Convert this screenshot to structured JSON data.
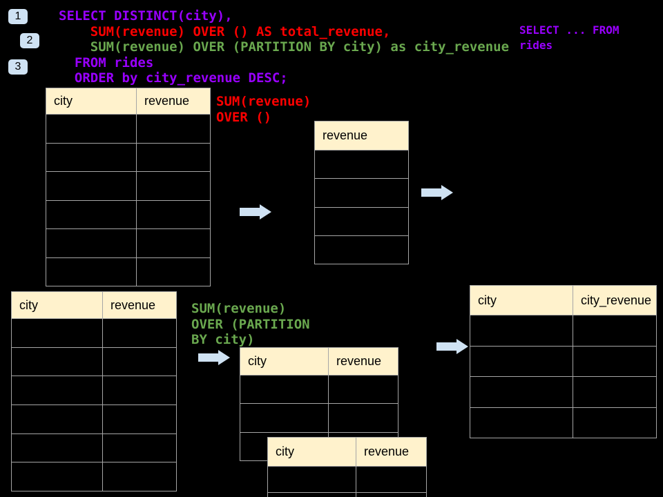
{
  "colors": {
    "purple": "#9900ff",
    "red": "#ff0000",
    "green": "#6aa84f",
    "cream": "#fff2cc",
    "badge_blue": "#cfe2f3",
    "arrow_blue": "#cfe2f3",
    "table_border": "#a6a6a6",
    "background": "#000000"
  },
  "step_badges": [
    {
      "label": "1"
    },
    {
      "label": "2"
    },
    {
      "label": "3"
    }
  ],
  "sql_code": {
    "lines": [
      {
        "text": "SELECT DISTINCT(city),",
        "color": "purple"
      },
      {
        "text": "    SUM(revenue) OVER () AS total_revenue,",
        "color": "red"
      },
      {
        "text": "    SUM(revenue) OVER (PARTITION BY city) as city_revenue",
        "color": "green"
      },
      {
        "text": "  FROM rides",
        "color": "purple"
      },
      {
        "text": "  ORDER by city_revenue DESC;",
        "color": "purple"
      }
    ]
  },
  "side_note": {
    "text": "SELECT ... FROM\nrides"
  },
  "annotations": {
    "total_label": {
      "text": "SUM(revenue)\nOVER ()"
    },
    "partition_label": {
      "text": "SUM(revenue)\nOVER (PARTITION\nBY city)"
    }
  },
  "tables": {
    "source_total": {
      "headers": [
        "city",
        "revenue"
      ],
      "empty_rows": 6
    },
    "total_result": {
      "headers": [
        "revenue"
      ],
      "empty_rows": 4
    },
    "source_partition": {
      "headers": [
        "city",
        "revenue"
      ],
      "empty_rows": 6
    },
    "partition_back": {
      "headers": [
        "city",
        "revenue"
      ],
      "empty_rows": 3
    },
    "partition_front": {
      "headers": [
        "city",
        "revenue"
      ],
      "empty_rows": 2
    },
    "final_result": {
      "headers": [
        "city",
        "city_revenue"
      ],
      "empty_rows": 4
    }
  }
}
